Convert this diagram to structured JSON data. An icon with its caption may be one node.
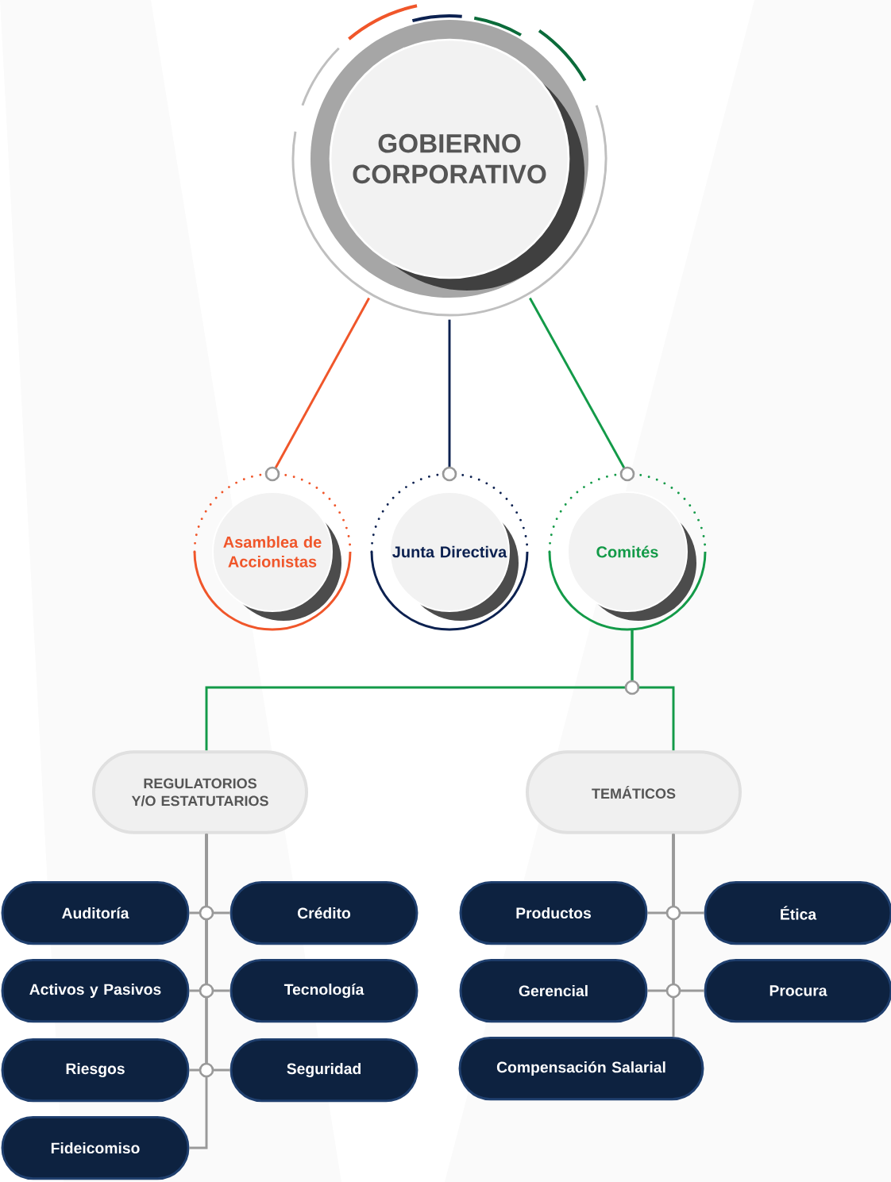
{
  "diagram": {
    "nodes": [
      {
        "text": [
          "GOBIERNO CORPORATIVO"
        ]
      },
      {
        "text": [
          "Asamblea de Accionistas"
        ]
      },
      {
        "text": [
          "Junta Directiva"
        ]
      },
      {
        "text": [
          "Comités"
        ]
      },
      {
        "text": [
          "REGULATORIOS Y/O ESTATUTARIOS"
        ]
      },
      {
        "text": [
          "TEMÁTICOS"
        ]
      },
      {
        "text": [
          "Auditoría"
        ]
      },
      {
        "text": [
          "Crédito"
        ]
      },
      {
        "text": [
          "Activos y Pasivos"
        ]
      },
      {
        "text": [
          "Tecnología"
        ]
      },
      {
        "text": [
          "Riesgos"
        ]
      },
      {
        "text": [
          "Seguridad"
        ]
      },
      {
        "text": [
          "Fideicomiso"
        ]
      },
      {
        "text": [
          "Productos"
        ]
      },
      {
        "text": [
          "Ética"
        ]
      },
      {
        "text": [
          "Gerencial"
        ]
      },
      {
        "text": [
          "Procura"
        ]
      },
      {
        "text": [
          "Compensación Salarial"
        ]
      }
    ],
    "edges": [
      {
        "from": 0,
        "to": 1,
        "arrow": "none",
        "color": "#f0562a"
      },
      {
        "from": 0,
        "to": 2,
        "arrow": "none",
        "color": "#0c2150"
      },
      {
        "from": 0,
        "to": 3,
        "arrow": "none",
        "color": "#139a48"
      },
      {
        "from": 3,
        "to": 4,
        "arrow": "none",
        "color": "#139a48"
      },
      {
        "from": 3,
        "to": 5,
        "arrow": "none",
        "color": "#139a48"
      },
      {
        "from": 4,
        "to": 6,
        "arrow": "none"
      },
      {
        "from": 4,
        "to": 7,
        "arrow": "none"
      },
      {
        "from": 4,
        "to": 8,
        "arrow": "none"
      },
      {
        "from": 4,
        "to": 9,
        "arrow": "none"
      },
      {
        "from": 4,
        "to": 10,
        "arrow": "none"
      },
      {
        "from": 4,
        "to": 11,
        "arrow": "none"
      },
      {
        "from": 4,
        "to": 12,
        "arrow": "none"
      },
      {
        "from": 5,
        "to": 13,
        "arrow": "none"
      },
      {
        "from": 5,
        "to": 14,
        "arrow": "none"
      },
      {
        "from": 5,
        "to": 15,
        "arrow": "none"
      },
      {
        "from": 5,
        "to": 16,
        "arrow": "none"
      },
      {
        "from": 5,
        "to": 17,
        "arrow": "none"
      }
    ]
  }
}
